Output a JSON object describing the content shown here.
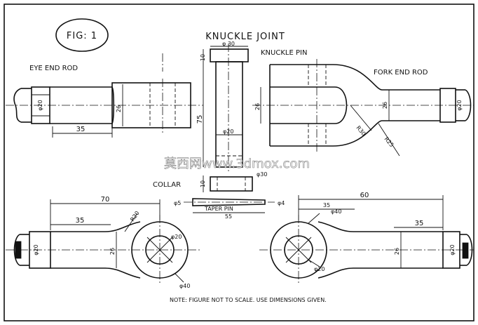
{
  "drawing": {
    "fig_label": "FIG: 1",
    "title": "KNUCKLE JOINT",
    "labels": {
      "eye_end_rod": "EYE END ROD",
      "fork_end_rod": "FORK END ROD",
      "knuckle_pin": "KNUCKLE PIN",
      "collar": "COLLAR",
      "taper_pin": "TAPER PIN"
    },
    "note": "NOTE: FIGURE NOT TO SCALE. USE DIMENSIONS GIVEN.",
    "watermark": "莫西网www.3dmox.com"
  },
  "dimensions": {
    "eye_top_dia": "φ20",
    "eye_top_26": "26",
    "eye_top_35": "35",
    "pin_dia30": "φ 30",
    "pin_10": "10",
    "pin_75": "75",
    "pin_dia20": "φ20",
    "fork_26": "26",
    "fork_right_26": "26",
    "fork_dia20": "φ20",
    "fork_r30": "R30",
    "fork_r25": "R25",
    "collar_10": "10",
    "collar_dia30": "φ30",
    "taper_dia5": "φ5",
    "taper_dia4": "φ4",
    "taper_55": "55",
    "eye_bot_70": "70",
    "eye_bot_35": "35",
    "eye_bot_r20": "R20",
    "eye_bot_dia20": "φ20",
    "eye_bot_hole": "φ20",
    "eye_bot_26": "26",
    "eye_bot_dia40": "φ40",
    "fork_bot_60": "60",
    "fork_bot_35a": "35",
    "fork_bot_dia40": "φ40",
    "fork_bot_35b": "35",
    "fork_bot_26": "26",
    "fork_bot_dia20": "φ20",
    "fork_bot_hole": "φ20"
  }
}
